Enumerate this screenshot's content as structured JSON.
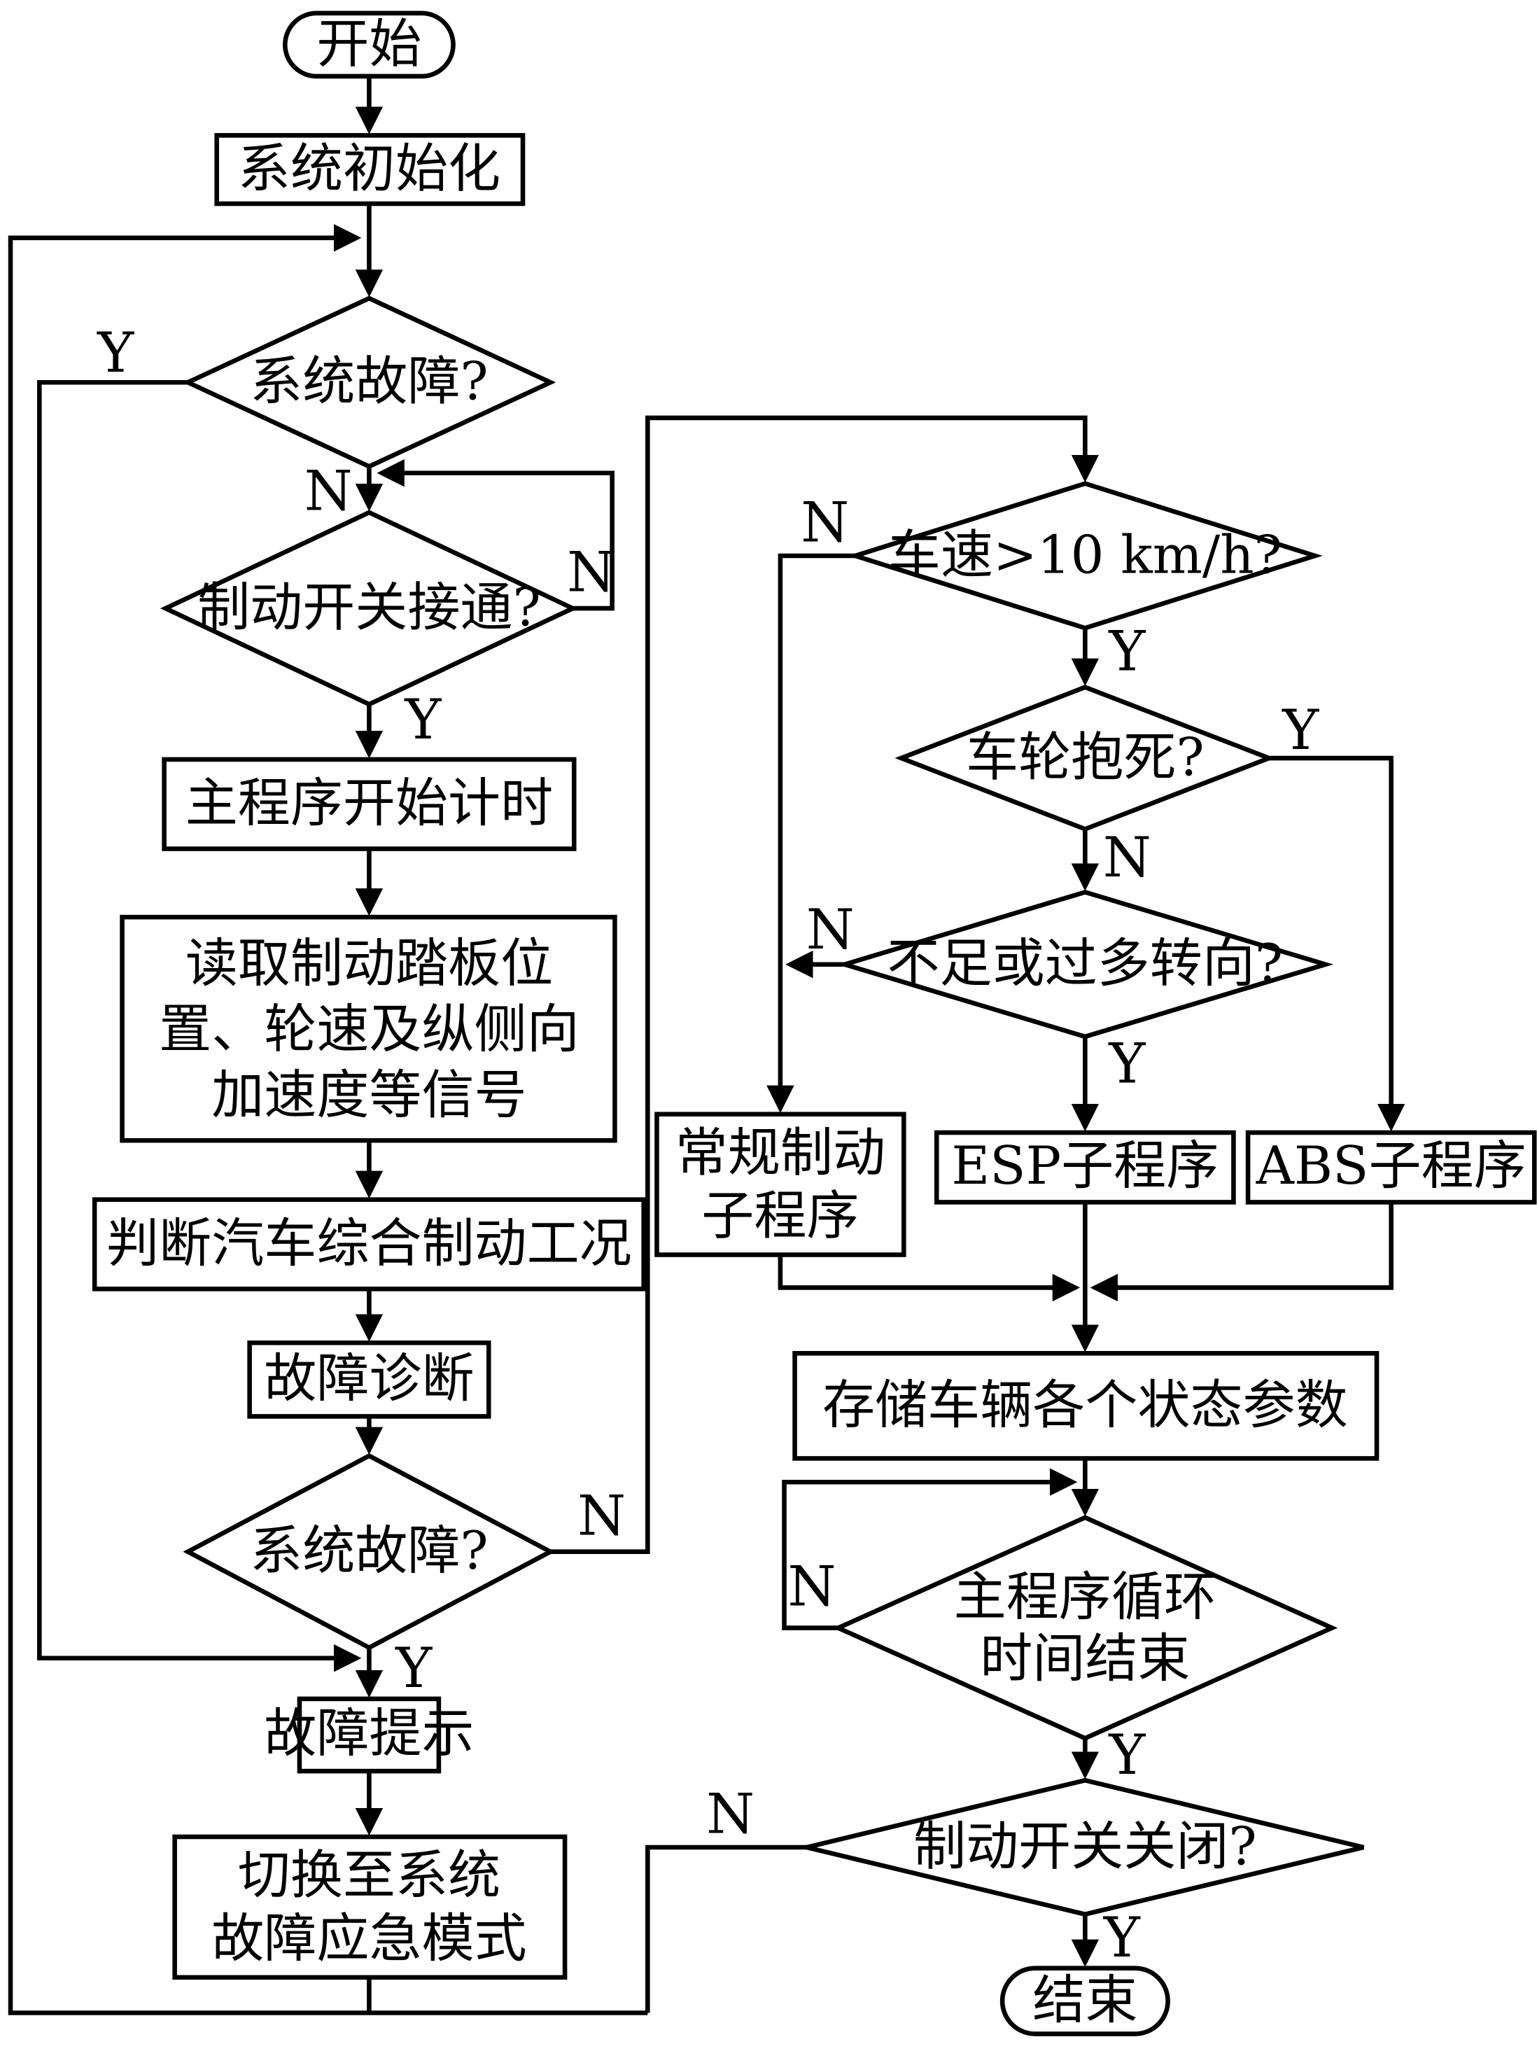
{
  "diagram": {
    "type": "flowchart",
    "language": "zh-CN",
    "colors": {
      "stroke": "#000000",
      "background": "#ffffff",
      "text": "#000000"
    },
    "edge_labels": {
      "yes": "Y",
      "no": "N"
    },
    "nodes": {
      "start": {
        "shape": "terminator",
        "label": "开始"
      },
      "system_init": {
        "shape": "process",
        "label": "系统初始化"
      },
      "system_fault_check_1": {
        "shape": "decision",
        "label": "系统故障?"
      },
      "brake_switch_on": {
        "shape": "decision",
        "label": "制动开关接通?"
      },
      "main_program_timer": {
        "shape": "process",
        "label": "主程序开始计时"
      },
      "read_signals": {
        "shape": "process",
        "label": "读取制动踏板位置、轮速及纵侧向加速度等信号",
        "lines": [
          "读取制动踏板位",
          "置、轮速及纵侧向",
          "加速度等信号"
        ]
      },
      "judge_braking_condition": {
        "shape": "process",
        "label": "判断汽车综合制动工况"
      },
      "fault_diagnosis": {
        "shape": "process",
        "label": "故障诊断"
      },
      "system_fault_check_2": {
        "shape": "decision",
        "label": "系统故障?"
      },
      "fault_prompt": {
        "shape": "process",
        "label": "故障提示"
      },
      "emergency_mode": {
        "shape": "process",
        "label": "切换至系统故障应急模式",
        "lines": [
          "切换至系统",
          "故障应急模式"
        ]
      },
      "speed_check": {
        "shape": "decision",
        "label": "车速>10 km/h?"
      },
      "wheel_lock_check": {
        "shape": "decision",
        "label": "车轮抱死?"
      },
      "steering_check": {
        "shape": "decision",
        "label": "不足或过多转向?"
      },
      "normal_brake_subroutine": {
        "shape": "process",
        "label": "常规制动子程序",
        "lines": [
          "常规制动",
          "子程序"
        ]
      },
      "esp_subroutine": {
        "shape": "process",
        "label": "ESP子程序"
      },
      "abs_subroutine": {
        "shape": "process",
        "label": "ABS子程序"
      },
      "store_state_params": {
        "shape": "process",
        "label": "存储车辆各个状态参数"
      },
      "loop_time_end": {
        "shape": "decision",
        "label": "主程序循环时间结束",
        "lines": [
          "主程序循环",
          "时间结束"
        ]
      },
      "brake_switch_off": {
        "shape": "decision",
        "label": "制动开关关闭?"
      },
      "end": {
        "shape": "terminator",
        "label": "结束"
      }
    },
    "edges": [
      {
        "from": "start",
        "to": "system_init",
        "label": ""
      },
      {
        "from": "system_init",
        "to": "system_fault_check_1",
        "label": ""
      },
      {
        "from": "system_fault_check_1",
        "to": "fault_prompt",
        "label": "Y"
      },
      {
        "from": "system_fault_check_1",
        "to": "brake_switch_on",
        "label": "N"
      },
      {
        "from": "brake_switch_on",
        "to": "brake_switch_on",
        "label": "N"
      },
      {
        "from": "brake_switch_on",
        "to": "main_program_timer",
        "label": "Y"
      },
      {
        "from": "main_program_timer",
        "to": "read_signals",
        "label": ""
      },
      {
        "from": "read_signals",
        "to": "judge_braking_condition",
        "label": ""
      },
      {
        "from": "judge_braking_condition",
        "to": "fault_diagnosis",
        "label": ""
      },
      {
        "from": "fault_diagnosis",
        "to": "system_fault_check_2",
        "label": ""
      },
      {
        "from": "system_fault_check_2",
        "to": "fault_prompt",
        "label": "Y"
      },
      {
        "from": "system_fault_check_2",
        "to": "speed_check",
        "label": "N"
      },
      {
        "from": "fault_prompt",
        "to": "emergency_mode",
        "label": ""
      },
      {
        "from": "emergency_mode",
        "to": "system_fault_check_1",
        "label": ""
      },
      {
        "from": "speed_check",
        "to": "normal_brake_subroutine",
        "label": "N"
      },
      {
        "from": "speed_check",
        "to": "wheel_lock_check",
        "label": "Y"
      },
      {
        "from": "wheel_lock_check",
        "to": "abs_subroutine",
        "label": "Y"
      },
      {
        "from": "wheel_lock_check",
        "to": "steering_check",
        "label": "N"
      },
      {
        "from": "steering_check",
        "to": "normal_brake_subroutine",
        "label": "N"
      },
      {
        "from": "steering_check",
        "to": "esp_subroutine",
        "label": "Y"
      },
      {
        "from": "normal_brake_subroutine",
        "to": "store_state_params",
        "label": ""
      },
      {
        "from": "esp_subroutine",
        "to": "store_state_params",
        "label": ""
      },
      {
        "from": "abs_subroutine",
        "to": "store_state_params",
        "label": ""
      },
      {
        "from": "store_state_params",
        "to": "loop_time_end",
        "label": ""
      },
      {
        "from": "loop_time_end",
        "to": "store_state_params",
        "label": "N"
      },
      {
        "from": "loop_time_end",
        "to": "brake_switch_off",
        "label": "Y"
      },
      {
        "from": "brake_switch_off",
        "to": "system_fault_check_1",
        "label": "N"
      },
      {
        "from": "brake_switch_off",
        "to": "end",
        "label": "Y"
      }
    ]
  }
}
